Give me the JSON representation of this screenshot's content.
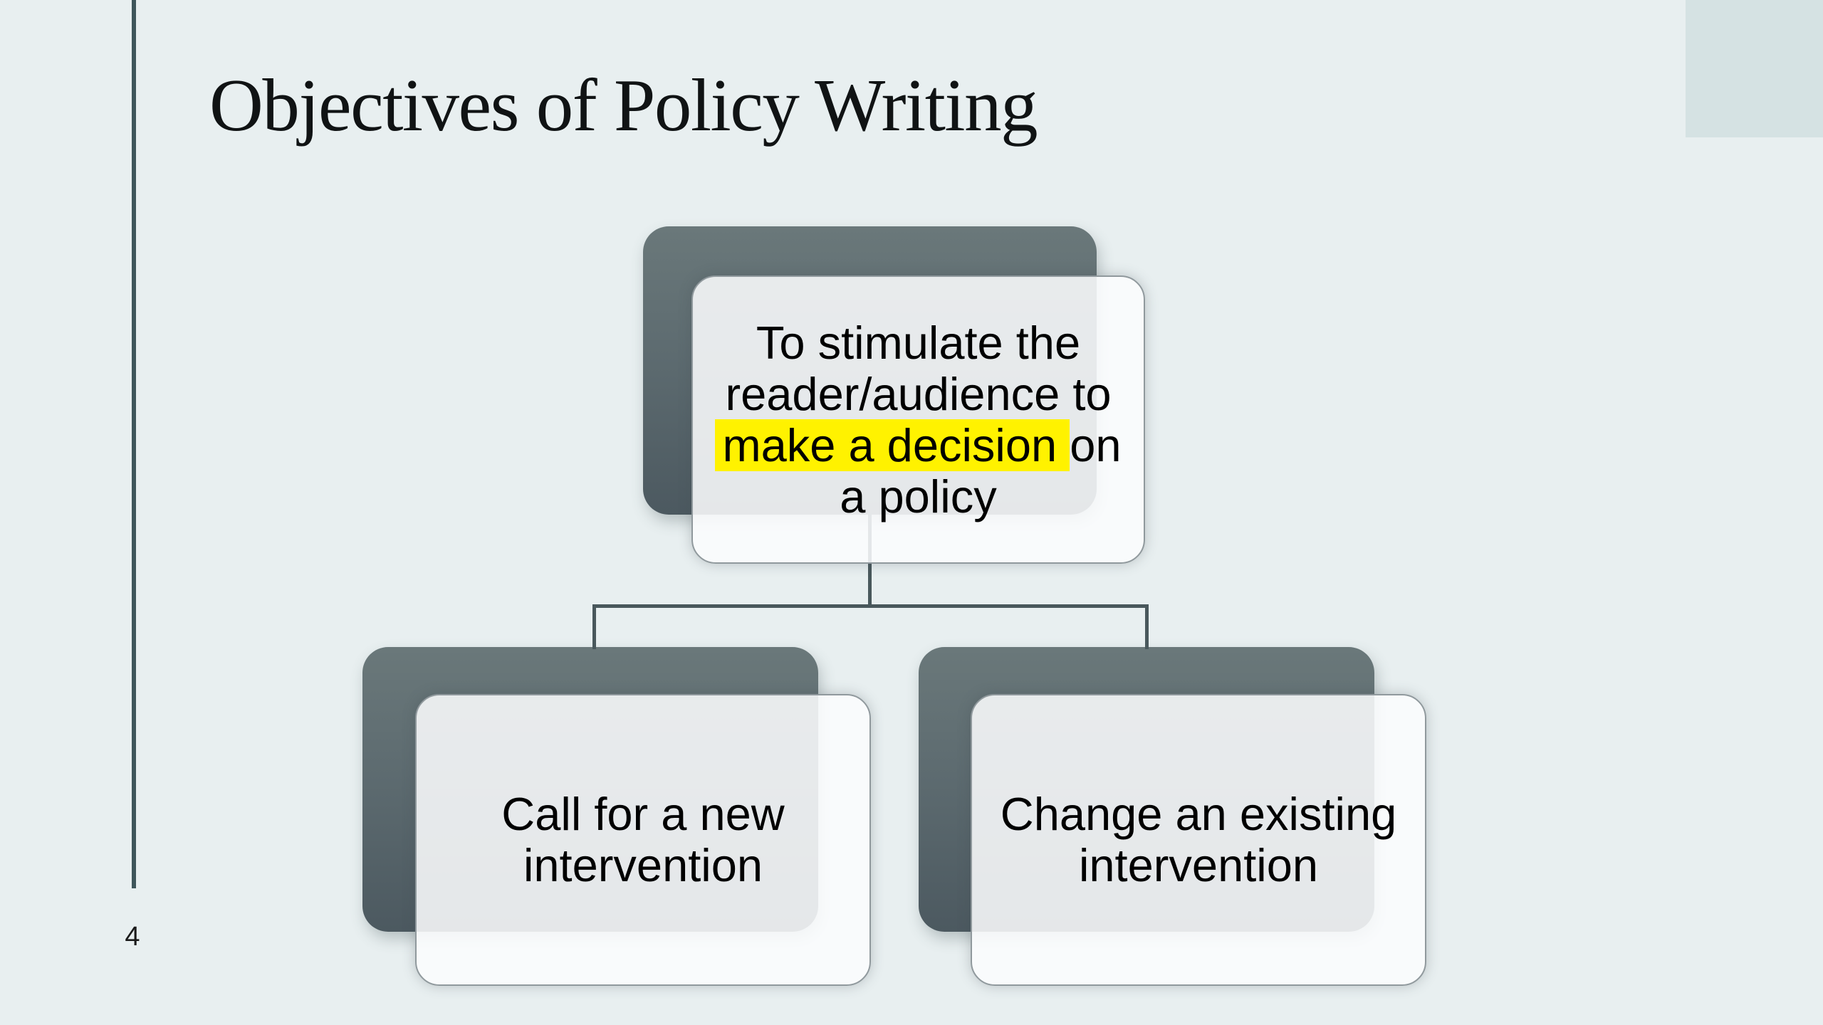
{
  "slide": {
    "title": "Objectives of Policy Writing",
    "page_number": "4",
    "theme_colors": {
      "background": "#e8eff0",
      "corner_accent": "#d5e2e3",
      "left_rule": "#3f565b",
      "connector": "#49585c",
      "node_shadow_top": "#6a787a",
      "node_shadow_bottom": "#4c5960",
      "node_fill": "#fbfcfd",
      "node_border": "#90999d",
      "highlight": "#fff200",
      "title_color": "#101314",
      "body_text": "#000000"
    }
  },
  "diagram": {
    "type": "hierarchy",
    "root": {
      "full_text": "To stimulate the reader/audience to make a decision on a policy",
      "highlighted_phrase": "make a decision",
      "line1": "To stimulate the",
      "line2": "reader/audience to",
      "line3_highlight": "make a decision ",
      "line3_rest": "on",
      "line4": "a policy"
    },
    "children": [
      {
        "full_text": "Call for a new intervention",
        "line1": "Call for a new",
        "line2": "intervention"
      },
      {
        "full_text": "Change an existing intervention",
        "line1": "Change an existing",
        "line2": "intervention"
      }
    ]
  }
}
